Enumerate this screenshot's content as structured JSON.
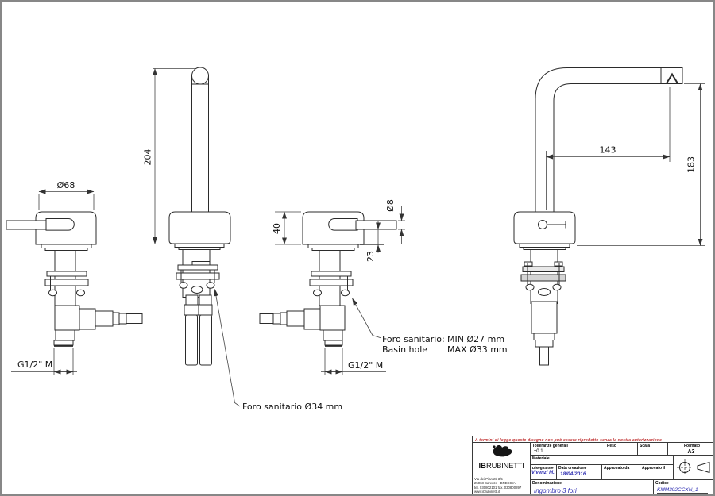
{
  "colors": {
    "line": "#2b2b2b",
    "dim": "#444444",
    "blue": "#2a2ab0",
    "red": "#c03030",
    "border": "#878787"
  },
  "dims": {
    "left_view_diameter": "Ø68",
    "left_view_thread": "G1/2\" M",
    "center_view_height": "204",
    "center_view_note": "Foro sanitario Ø34 mm",
    "right_view_body_height": "40",
    "right_view_lever_diameter": "Ø8",
    "right_view_lever_offset": "23",
    "right_view_thread": "G1/2\" M",
    "right_view_note_l1a": "Foro sanitario:",
    "right_view_note_l1b": "MIN Ø27 mm",
    "right_view_note_l2a": "Basin hole",
    "right_view_note_l2b": "MAX Ø33 mm",
    "side_view_reach": "143",
    "side_view_height": "183"
  },
  "title_block": {
    "legal_notice": "A termini di legge questo disegno non può essere riprodotto senza la nostra autorizzazione",
    "brand_bold": "IB",
    "brand_rest": "RUBINETTI",
    "address_line1": "Via dei Pianotti 3/5",
    "address_line2": "25068 Sarezzo - BRESCIA",
    "address_line3": "tel. 030802101 fax. 030800897",
    "address_line4": "www.ibrubinetti.it",
    "tolleranze_label": "Tolleranze generali",
    "tolleranze_value": "±0.1",
    "peso_label": "Peso",
    "scala_label": "Scala",
    "formato_label": "Formato",
    "formato_value": "A3",
    "materiale_label": "Materiale",
    "disegnatore_label": "Disegnatore",
    "disegnatore_value": "Vivenzi M.",
    "data_creazione_label": "Data creazione",
    "data_creazione_value": "18/04/2016",
    "approvato_da_label": "Approvato da",
    "approvato_il_label": "Approvato il",
    "denominazione_label": "Denominazione",
    "denominazione_value": "Ingombro 3 fori",
    "codice_label": "Codice",
    "codice_value": "KMM392CCXN_1"
  }
}
